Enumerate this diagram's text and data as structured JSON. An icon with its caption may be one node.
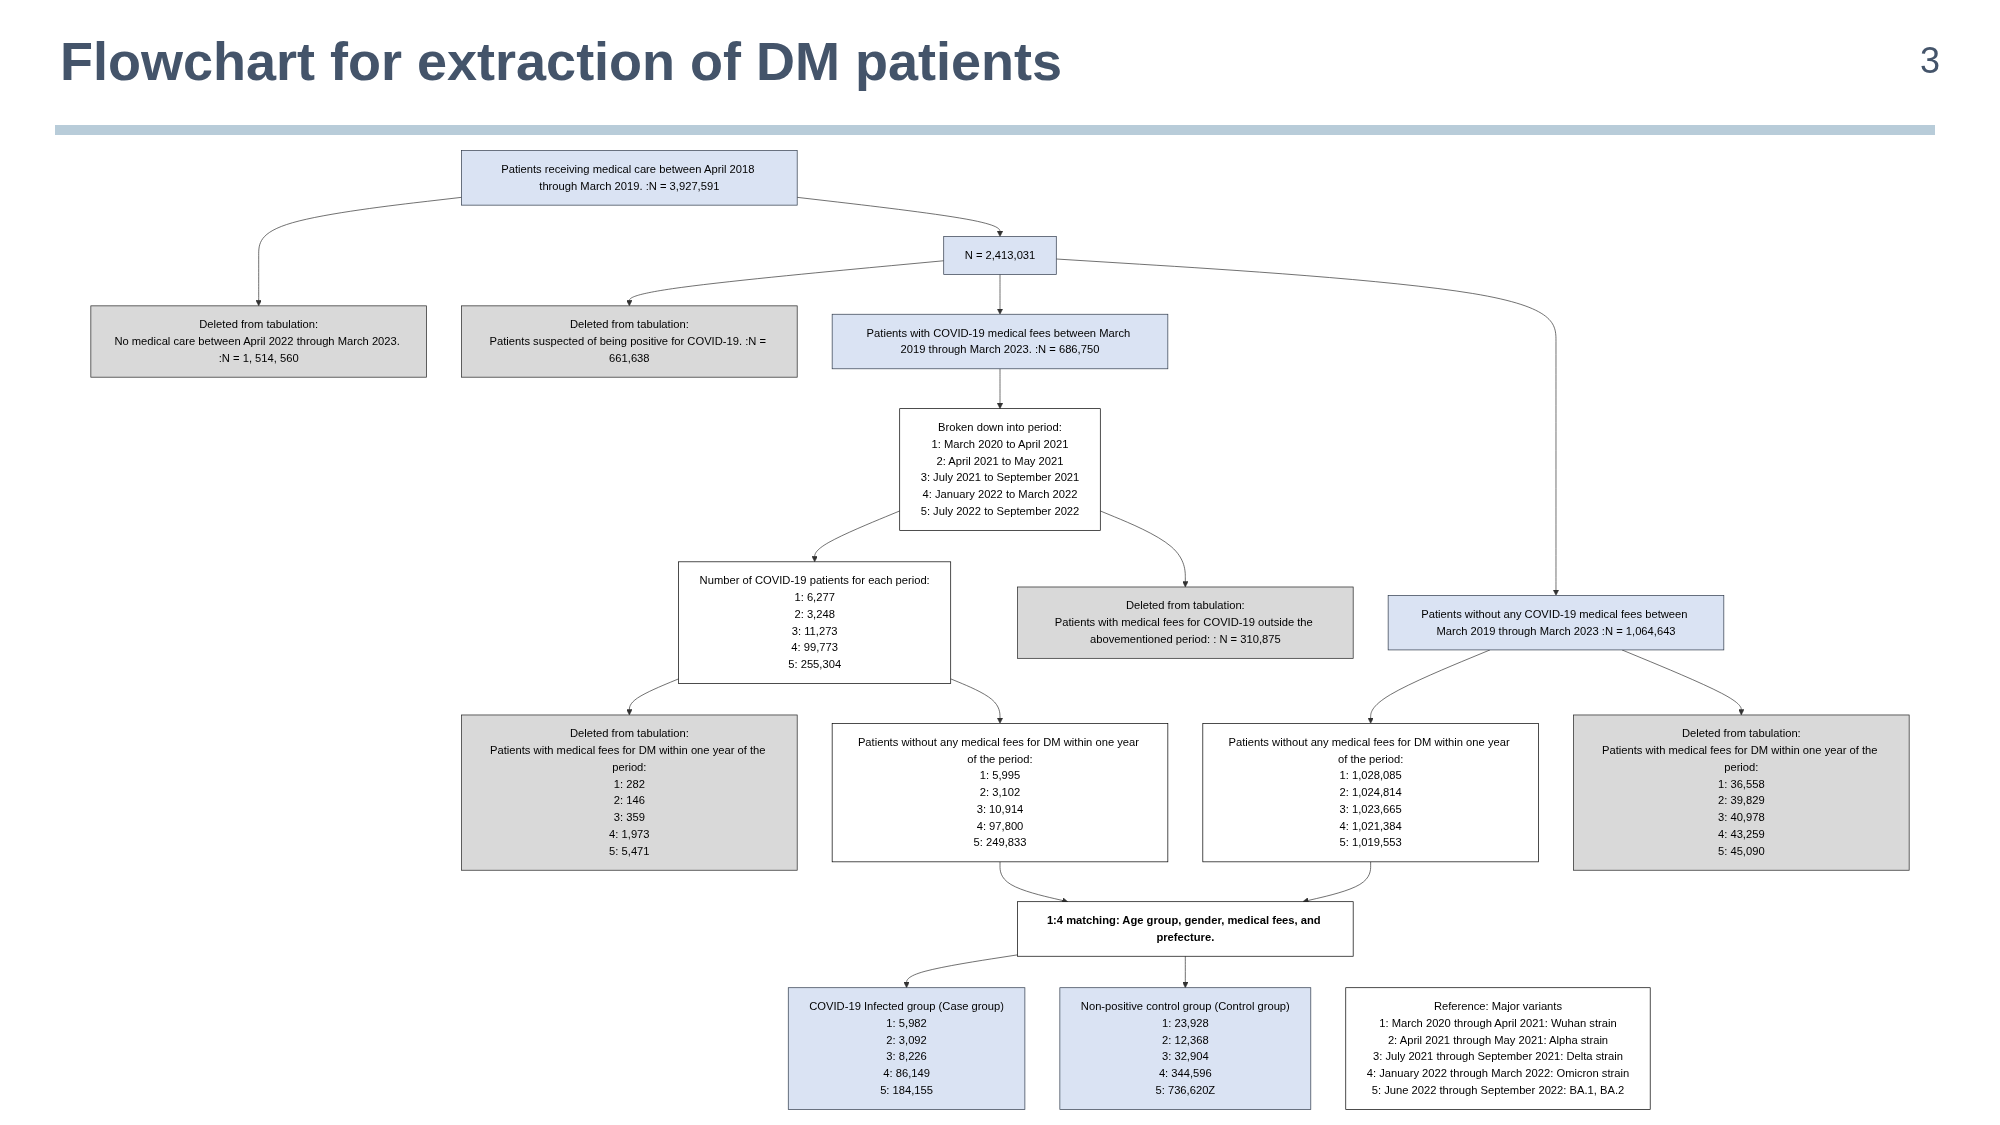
{
  "diagram": {
    "title": "Flowchart for extraction of DM patients",
    "nodes": [
      {
        "text": [
          "Patients receiving medical care between April 2018 through March 2019. :N = 3,927,591"
        ]
      },
      {
        "text": [
          "Deleted from tabulation:",
          "No medical care between April 2022 through March 2023. :N = 1, 514, 560"
        ]
      },
      {
        "text": [
          "N = 2,413,031"
        ]
      },
      {
        "text": [
          "Deleted from tabulation:",
          "Patients suspected of being positive for COVID-19. :N = 661,638"
        ]
      },
      {
        "text": [
          "Patients with COVID-19 medical fees between March 2019 through March 2023. :N = 686,750"
        ]
      },
      {
        "text": [
          "Patients without any COVID-19 medical fees between March 2019 through March 2023 :N = 1,064,643"
        ]
      },
      {
        "text": [
          "Broken down into period:",
          "1: March 2020 to April 2021",
          "2: April 2021 to May 2021",
          "3: July 2021 to September 2021",
          "4: January 2022 to March 2022",
          "5: July 2022 to September 2022"
        ]
      },
      {
        "text": [
          "Deleted from tabulation:",
          "Patients with medical fees for COVID-19 outside the abovementioned period: : N = 310,875"
        ]
      },
      {
        "text": [
          "Number of COVID-19 patients for each period:",
          "1: 6,277",
          "2: 3,248",
          "3: 11,273",
          "4: 99,773",
          "5: 255,304"
        ]
      },
      {
        "text": [
          "Deleted from tabulation:",
          "Patients with medical fees for DM within one year of the period:",
          "1: 282",
          "2: 146",
          "3: 359",
          "4: 1,973",
          "5: 5,471"
        ]
      },
      {
        "text": [
          "Patients without any medical fees for DM within one year of the period:",
          "1: 5,995",
          "2: 3,102",
          "3: 10,914",
          "4: 97,800",
          "5: 249,833"
        ]
      },
      {
        "text": [
          "Patients without any medical fees for DM within one year of the period:",
          "1: 1,028,085",
          "2: 1,024,814",
          "3: 1,023,665",
          "4: 1,021,384",
          "5: 1,019,553"
        ]
      },
      {
        "text": [
          "Deleted from tabulation:",
          "Patients with medical fees for DM within one year of the period:",
          "1: 36,558",
          "2: 39,829",
          "3: 40,978",
          "4: 43,259",
          "5: 45,090"
        ]
      },
      {
        "text": [
          "1:4 matching: Age group, gender, medical fees, and prefecture."
        ]
      },
      {
        "text": [
          "Reference: Major variants",
          "1: March 2020 through April 2021: Wuhan strain",
          "2: April 2021 through May 2021: Alpha strain",
          "3: July 2021 through September 2021: Delta strain",
          "4: January 2022 through March 2022: Omicron strain",
          "5: June 2022 through September 2022: BA.1, BA.2"
        ]
      },
      {
        "text": [
          "COVID-19 Infected group (Case group)",
          "1: 5,982",
          "2: 3,092",
          "3: 8,226",
          "4: 86,149",
          "5: 184,155"
        ]
      },
      {
        "text": [
          "Non-positive control group (Control group)",
          "1: 23,928",
          "2: 12,368",
          "3: 32,904",
          "4: 344,596",
          "5: 736,620Z"
        ]
      }
    ],
    "edges": [
      {
        "from": 0,
        "to": 1,
        "arrow": "to"
      },
      {
        "from": 0,
        "to": 2,
        "arrow": "to"
      },
      {
        "from": 2,
        "to": 3,
        "arrow": "to"
      },
      {
        "from": 2,
        "to": 4,
        "arrow": "to"
      },
      {
        "from": 2,
        "to": 5,
        "arrow": "to"
      },
      {
        "from": 4,
        "to": 6,
        "arrow": "to"
      },
      {
        "from": 6,
        "to": 7,
        "arrow": "to"
      },
      {
        "from": 6,
        "to": 8,
        "arrow": "to"
      },
      {
        "from": 8,
        "to": 9,
        "arrow": "to"
      },
      {
        "from": 8,
        "to": 10,
        "arrow": "to"
      },
      {
        "from": 5,
        "to": 11,
        "arrow": "to"
      },
      {
        "from": 5,
        "to": 12,
        "arrow": "to"
      },
      {
        "from": 10,
        "to": 13,
        "arrow": "to"
      },
      {
        "from": 11,
        "to": 13,
        "arrow": "to"
      },
      {
        "from": 13,
        "to": 15,
        "arrow": "to"
      },
      {
        "from": 13,
        "to": 16,
        "arrow": "to"
      }
    ],
    "labels": [
      "3"
    ]
  }
}
